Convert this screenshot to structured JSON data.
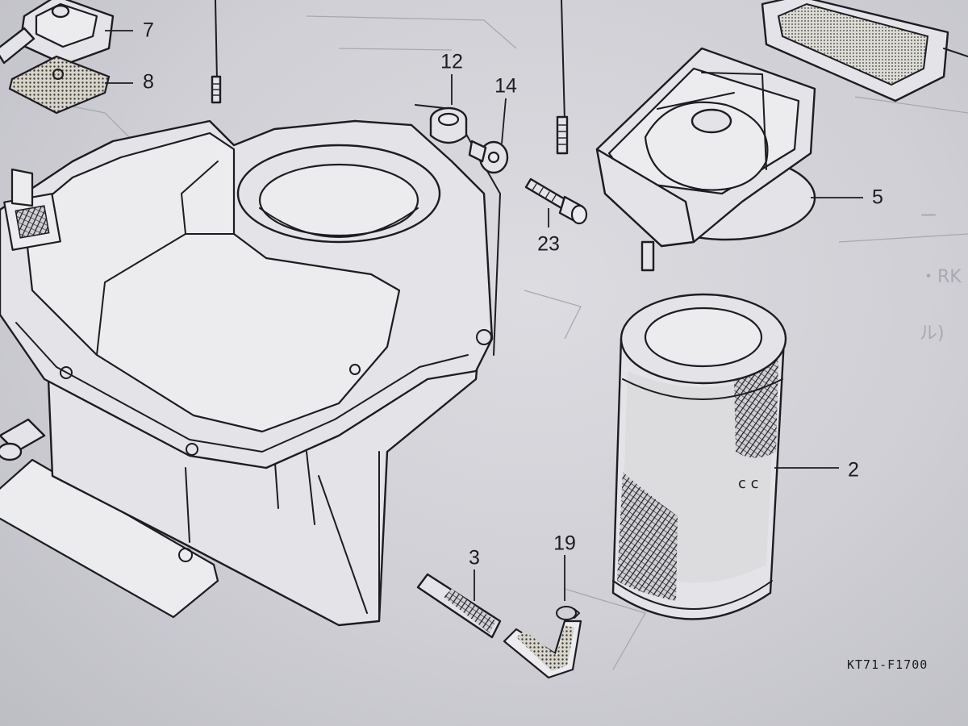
{
  "diagram": {
    "reference_code": "KT71-F1700",
    "callouts": [
      {
        "id": "7",
        "label": "7"
      },
      {
        "id": "8",
        "label": "8"
      },
      {
        "id": "12",
        "label": "12"
      },
      {
        "id": "14",
        "label": "14"
      },
      {
        "id": "23",
        "label": "23"
      },
      {
        "id": "5",
        "label": "5"
      },
      {
        "id": "2",
        "label": "2"
      },
      {
        "id": "3",
        "label": "3"
      },
      {
        "id": "19",
        "label": "19"
      }
    ]
  },
  "colors": {
    "ink": "#1c1c22",
    "paper": "#d6d6db"
  }
}
